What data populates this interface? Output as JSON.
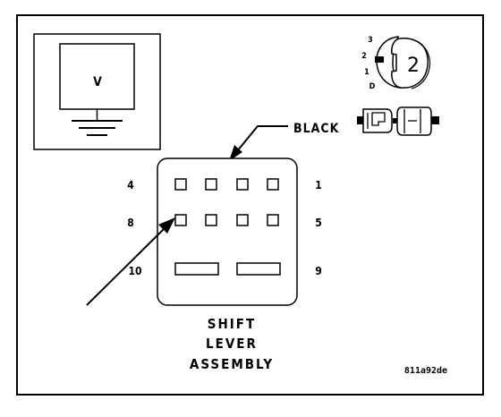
{
  "meter": {
    "symbol": "V"
  },
  "connector_callout": {
    "color_label": "BLACK"
  },
  "pins": {
    "p4": "4",
    "p1": "1",
    "p8": "8",
    "p5": "5",
    "p10": "10",
    "p9": "9"
  },
  "switch_icon": {
    "pos3": "3",
    "pos2": "2",
    "pos1": "1",
    "posD": "D",
    "selected": "2"
  },
  "component": {
    "line1": "SHIFT",
    "line2": "LEVER",
    "line3": "ASSEMBLY"
  },
  "figure_id": "811a92de"
}
